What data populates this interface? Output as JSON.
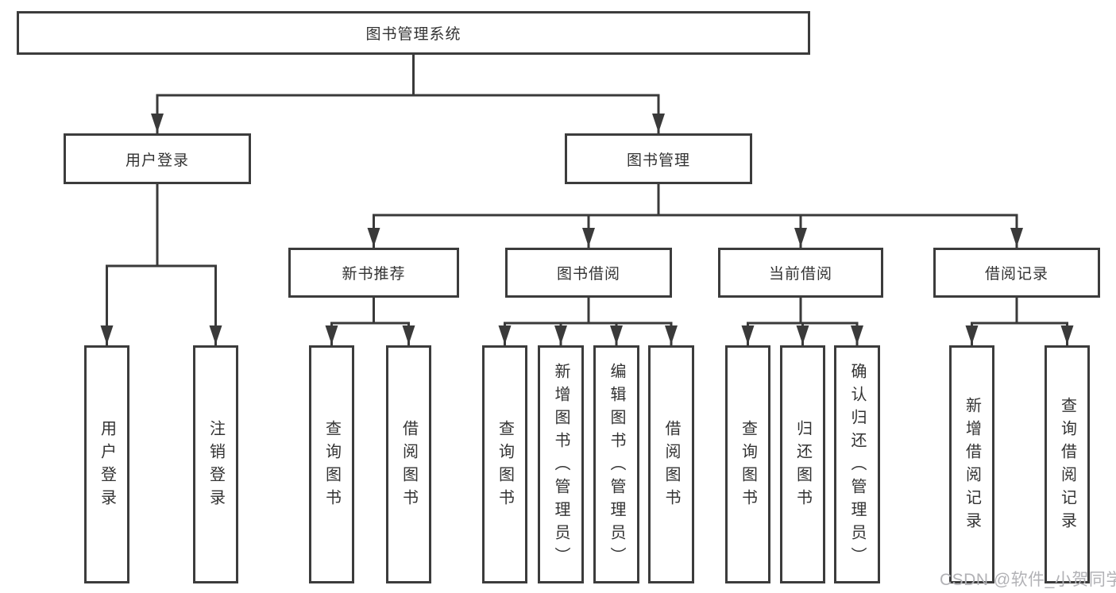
{
  "diagram": {
    "root": {
      "label": "图书管理系统"
    },
    "branches": [
      {
        "label": "用户登录",
        "children": [
          {
            "label": "用户登录"
          },
          {
            "label": "注销登录"
          }
        ]
      },
      {
        "label": "图书管理",
        "children": [
          {
            "label": "新书推荐",
            "children": [
              {
                "label": "查询图书"
              },
              {
                "label": "借阅图书"
              }
            ]
          },
          {
            "label": "图书借阅",
            "children": [
              {
                "label": "查询图书"
              },
              {
                "label": "新增图书（管理员）"
              },
              {
                "label": "编辑图书（管理员）"
              },
              {
                "label": "借阅图书"
              }
            ]
          },
          {
            "label": "当前借阅",
            "children": [
              {
                "label": "查询图书"
              },
              {
                "label": "归还图书"
              },
              {
                "label": "确认归还（管理员）"
              }
            ]
          },
          {
            "label": "借阅记录",
            "children": [
              {
                "label": "新增借阅记录"
              },
              {
                "label": "查询借阅记录"
              }
            ]
          }
        ]
      }
    ]
  },
  "watermark": {
    "text": "CSDN @软件_小贺同学"
  },
  "colors": {
    "line": "#3a3a3a",
    "border": "#3c3c3c",
    "text": "#333333",
    "background": "#ffffff",
    "watermark": "#b2b2b6"
  }
}
